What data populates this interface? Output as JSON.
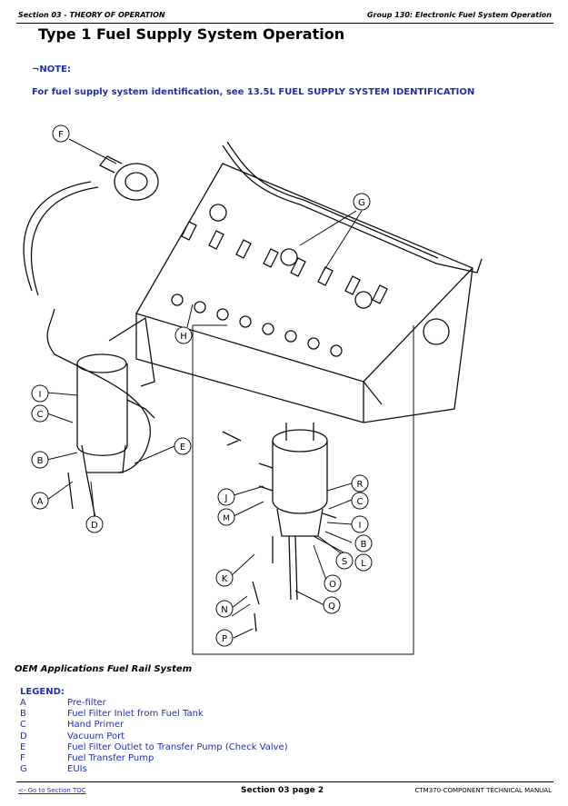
{
  "header": {
    "left": "Section 03 - THEORY OF OPERATION",
    "right": "Group 130: Electronic Fuel System Operation"
  },
  "title": "Type 1 Fuel Supply System Operation",
  "note": {
    "label": "¬NOTE:",
    "text": "For fuel supply system identification, see 13.5L FUEL SUPPLY SYSTEM IDENTIFICATION"
  },
  "figure": {
    "callouts": [
      "A",
      "B",
      "C",
      "D",
      "E",
      "F",
      "G",
      "H",
      "I",
      "J",
      "K",
      "L",
      "M",
      "N",
      "O",
      "P",
      "Q",
      "R",
      "S"
    ]
  },
  "caption": "OEM Applications Fuel Rail System",
  "legend": {
    "title": "LEGEND:",
    "items": [
      {
        "key": "A",
        "text": "Pre-filter"
      },
      {
        "key": "B",
        "text": "Fuel Filter Inlet from Fuel Tank"
      },
      {
        "key": "C",
        "text": "Hand Primer"
      },
      {
        "key": "D",
        "text": "Vacuum Port"
      },
      {
        "key": "E",
        "text": "Fuel Filter Outlet to Transfer Pump (Check Valve)"
      },
      {
        "key": "F",
        "text": "Fuel Transfer Pump"
      },
      {
        "key": "G",
        "text": "EUIs"
      }
    ]
  },
  "footer": {
    "link": "<- Go to Section TOC",
    "center": "Section 03 page 2",
    "right": "CTM370-COMPONENT TECHNICAL MANUAL"
  }
}
